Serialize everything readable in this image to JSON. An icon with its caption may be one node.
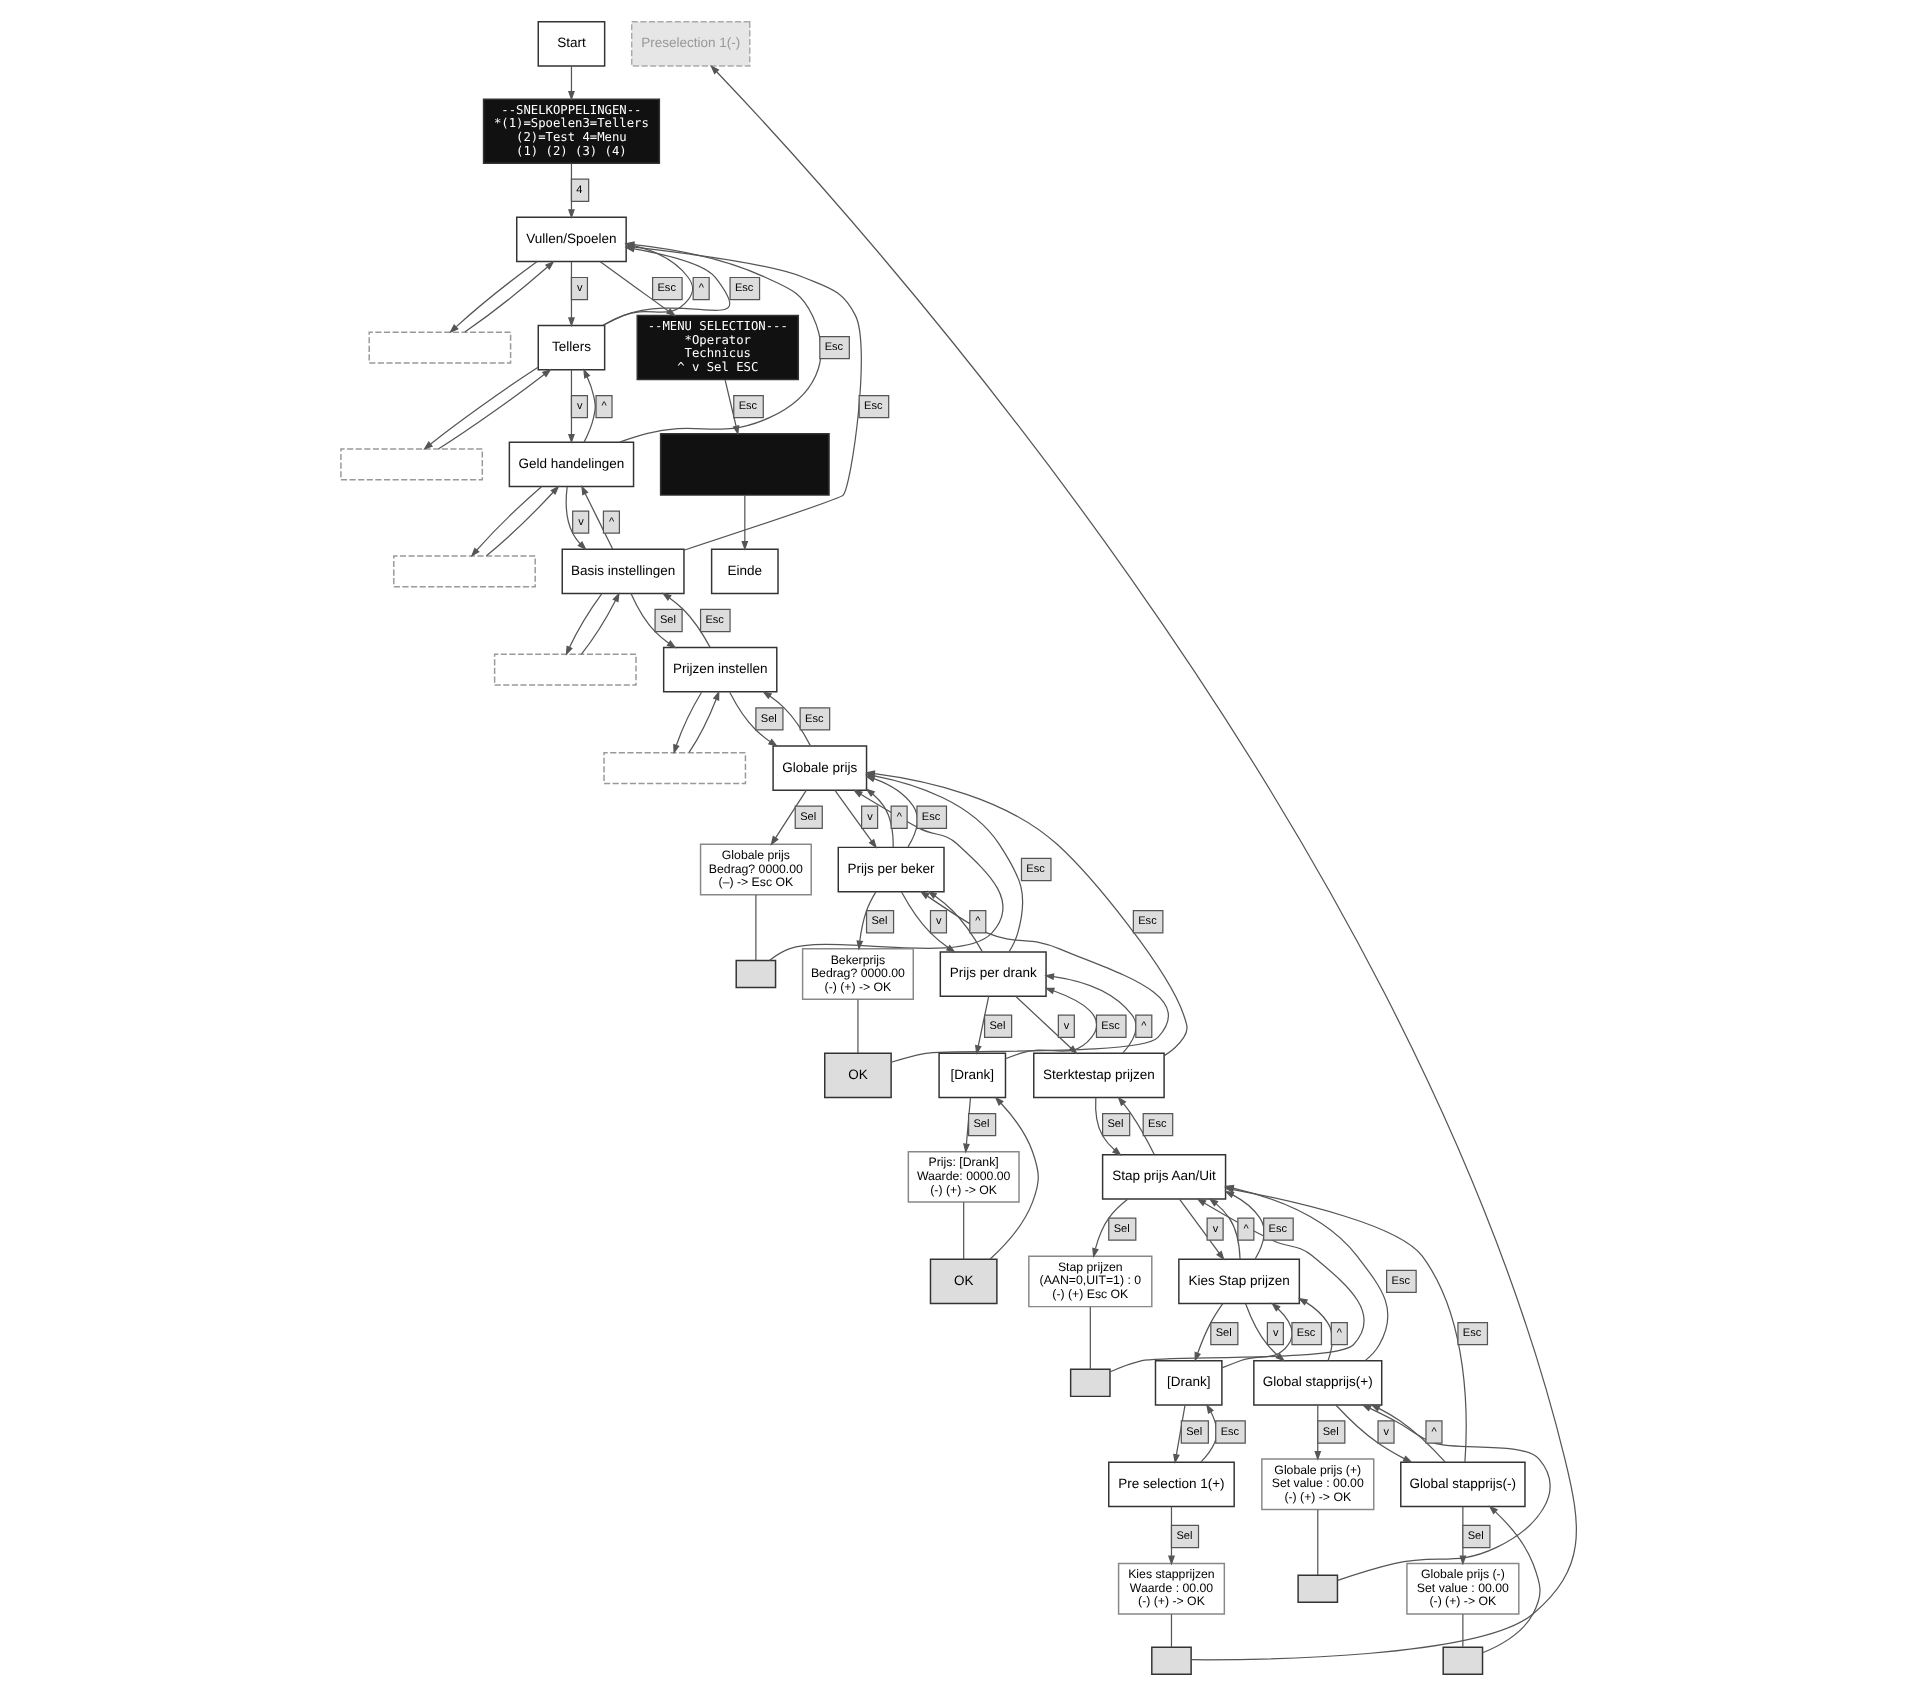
{
  "diagram": {
    "nodes": [
      {
        "text": [
          "Start"
        ]
      },
      {
        "text": [
          "--SNELKOPPELINGEN--",
          "*(1)=Spoelen3=Tellers",
          "(2)=Test 4=Menu",
          "(1) (2) (3) (4)"
        ]
      },
      {
        "text": [
          "Vullen/Spoelen"
        ]
      },
      {
        "text": [],
        "shape": "box"
      },
      {
        "text": [
          "Tellers"
        ]
      },
      {
        "text": [],
        "shape": "box"
      },
      {
        "text": [
          "Geld handelingen"
        ]
      },
      {
        "text": [],
        "shape": "box"
      },
      {
        "text": [
          "Basis instellingen"
        ]
      },
      {
        "text": [],
        "shape": "box"
      },
      {
        "text": [
          "Prijzen instellen"
        ]
      },
      {
        "text": [],
        "shape": "box"
      },
      {
        "text": [
          "Globale prijs"
        ]
      },
      {
        "text": [
          "Globale prijs",
          "Bedrag? 0000.00",
          "(–) -> Esc OK"
        ]
      },
      {
        "text": [],
        "shape": "box"
      },
      {
        "text": [
          "Prijs per beker"
        ]
      },
      {
        "text": [
          "Bekerprijs",
          "Bedrag? 0000.00",
          "(-) (+) -> OK"
        ]
      },
      {
        "text": [
          "OK"
        ]
      },
      {
        "text": [
          "Prijs per drank"
        ]
      },
      {
        "text": [
          "[Drank]"
        ]
      },
      {
        "text": [
          "Prijs: [Drank]",
          "Waarde: 0000.00",
          "(-) (+) -> OK"
        ]
      },
      {
        "text": [
          "OK"
        ]
      },
      {
        "text": [
          "Sterktestap prijzen"
        ]
      },
      {
        "text": [
          "Stap prijs Aan/Uit"
        ]
      },
      {
        "text": [
          "Stap prijzen",
          "(AAN=0,UIT=1) : 0",
          "(-) (+) Esc OK"
        ]
      },
      {
        "text": [],
        "shape": "box"
      },
      {
        "text": [
          "Kies Stap prijzen"
        ]
      },
      {
        "text": [
          "[Drank]"
        ]
      },
      {
        "text": [
          "Pre selection 1(+)"
        ]
      },
      {
        "text": [
          "Preselection 1(-)"
        ]
      },
      {
        "text": [
          "Kies stapprijzen",
          "Waarde : 00.00",
          "(-) (+) -> OK"
        ]
      },
      {
        "text": [],
        "shape": "box"
      },
      {
        "text": [
          "Global stapprijs(+)"
        ]
      },
      {
        "text": [
          "Globale prijs (+)",
          "Set value : 00.00",
          "(-) (+) -> OK"
        ]
      },
      {
        "text": [],
        "shape": "box"
      },
      {
        "text": [
          "Global stapprijs(-)"
        ]
      },
      {
        "text": [
          "Globale prijs (-)",
          "Set value : 00.00",
          "(-) (+) -> OK"
        ]
      },
      {
        "text": [],
        "shape": "box"
      },
      {
        "text": [
          "--MENU SELECTION---",
          "*Operator",
          "Technicus",
          "^ v Sel ESC"
        ]
      },
      {
        "text": [],
        "shape": "box"
      },
      {
        "text": [
          "Einde"
        ]
      }
    ],
    "edges": [
      {
        "from": 0,
        "to": 1,
        "arrow": "to"
      },
      {
        "from": 1,
        "to": 2,
        "arrow": "to",
        "label": "4"
      },
      {
        "from": 2,
        "to": 38,
        "arrow": "to",
        "label": "Esc"
      },
      {
        "from": 38,
        "to": 39,
        "arrow": "to",
        "label": "Esc"
      },
      {
        "from": 39,
        "to": 40,
        "arrow": "to"
      },
      {
        "from": 2,
        "to": 3,
        "arrow": "to"
      },
      {
        "from": 3,
        "to": 2,
        "arrow": "to"
      },
      {
        "from": 2,
        "to": 4,
        "arrow": "to",
        "label": "v"
      },
      {
        "from": 4,
        "to": 2,
        "arrow": "to",
        "label": "^"
      },
      {
        "from": 4,
        "to": 5,
        "arrow": "to"
      },
      {
        "from": 5,
        "to": 4,
        "arrow": "to"
      },
      {
        "from": 4,
        "to": 2,
        "arrow": "to",
        "label": "Esc"
      },
      {
        "from": 4,
        "to": 6,
        "arrow": "to",
        "label": "v"
      },
      {
        "from": 6,
        "to": 4,
        "arrow": "to",
        "label": "^"
      },
      {
        "from": 6,
        "to": 7,
        "arrow": "to"
      },
      {
        "from": 7,
        "to": 6,
        "arrow": "to"
      },
      {
        "from": 6,
        "to": 2,
        "arrow": "to",
        "label": "Esc"
      },
      {
        "from": 6,
        "to": 8,
        "arrow": "to",
        "label": "v"
      },
      {
        "from": 8,
        "to": 6,
        "arrow": "to",
        "label": "^"
      },
      {
        "from": 8,
        "to": 2,
        "arrow": "to",
        "label": "Esc"
      },
      {
        "from": 8,
        "to": 10,
        "arrow": "to",
        "label": "Sel"
      },
      {
        "from": 10,
        "to": 8,
        "arrow": "to",
        "label": "Esc"
      },
      {
        "from": 8,
        "to": 9,
        "arrow": "to"
      },
      {
        "from": 9,
        "to": 8,
        "arrow": "to"
      },
      {
        "from": 10,
        "to": 11,
        "arrow": "to"
      },
      {
        "from": 11,
        "to": 10,
        "arrow": "to"
      },
      {
        "from": 10,
        "to": 12,
        "arrow": "to",
        "label": "Sel"
      },
      {
        "from": 12,
        "to": 10,
        "arrow": "to",
        "label": "Esc"
      },
      {
        "from": 12,
        "to": 13,
        "arrow": "to",
        "label": "Sel"
      },
      {
        "from": 13,
        "to": 14,
        "arrow": "none"
      },
      {
        "from": 14,
        "to": 12,
        "arrow": "to"
      },
      {
        "from": 12,
        "to": 15,
        "arrow": "to",
        "label": "v"
      },
      {
        "from": 15,
        "to": 12,
        "arrow": "to",
        "label": "^"
      },
      {
        "from": 15,
        "to": 16,
        "arrow": "to",
        "label": "Sel"
      },
      {
        "from": 16,
        "to": 17,
        "arrow": "none"
      },
      {
        "from": 17,
        "to": 15,
        "arrow": "to"
      },
      {
        "from": 15,
        "to": 12,
        "arrow": "to",
        "label": "Esc"
      },
      {
        "from": 15,
        "to": 18,
        "arrow": "to",
        "label": "v"
      },
      {
        "from": 18,
        "to": 15,
        "arrow": "to",
        "label": "^"
      },
      {
        "from": 18,
        "to": 19,
        "arrow": "to",
        "label": "Sel"
      },
      {
        "from": 19,
        "to": 18,
        "arrow": "to",
        "label": "Esc"
      },
      {
        "from": 19,
        "to": 20,
        "arrow": "to",
        "label": "Sel"
      },
      {
        "from": 20,
        "to": 21,
        "arrow": "none"
      },
      {
        "from": 21,
        "to": 19,
        "arrow": "to"
      },
      {
        "from": 18,
        "to": 12,
        "arrow": "to",
        "label": "Esc"
      },
      {
        "from": 18,
        "to": 22,
        "arrow": "to",
        "label": "v"
      },
      {
        "from": 22,
        "to": 18,
        "arrow": "to",
        "label": "^"
      },
      {
        "from": 22,
        "to": 12,
        "arrow": "to",
        "label": "Esc"
      },
      {
        "from": 22,
        "to": 23,
        "arrow": "to",
        "label": "Sel"
      },
      {
        "from": 23,
        "to": 22,
        "arrow": "to",
        "label": "Esc"
      },
      {
        "from": 23,
        "to": 24,
        "arrow": "to",
        "label": "Sel"
      },
      {
        "from": 24,
        "to": 25,
        "arrow": "none"
      },
      {
        "from": 25,
        "to": 23,
        "arrow": "to"
      },
      {
        "from": 23,
        "to": 26,
        "arrow": "to",
        "label": "v"
      },
      {
        "from": 26,
        "to": 23,
        "arrow": "to",
        "label": "^"
      },
      {
        "from": 26,
        "to": 27,
        "arrow": "to",
        "label": "Sel"
      },
      {
        "from": 27,
        "to": 26,
        "arrow": "to",
        "label": "Esc"
      },
      {
        "from": 27,
        "to": 28,
        "arrow": "to",
        "label": "Sel"
      },
      {
        "from": 28,
        "to": 27,
        "arrow": "to",
        "label": "Esc"
      },
      {
        "from": 28,
        "to": 30,
        "arrow": "to",
        "label": "Sel"
      },
      {
        "from": 30,
        "to": 31,
        "arrow": "none"
      },
      {
        "from": 31,
        "to": 29,
        "arrow": "to"
      },
      {
        "from": 26,
        "to": 23,
        "arrow": "to",
        "label": "Esc"
      },
      {
        "from": 26,
        "to": 32,
        "arrow": "to",
        "label": "v"
      },
      {
        "from": 32,
        "to": 26,
        "arrow": "to",
        "label": "^"
      },
      {
        "from": 32,
        "to": 33,
        "arrow": "to",
        "label": "Sel"
      },
      {
        "from": 33,
        "to": 34,
        "arrow": "none"
      },
      {
        "from": 34,
        "to": 32,
        "arrow": "to"
      },
      {
        "from": 32,
        "to": 23,
        "arrow": "to",
        "label": "Esc"
      },
      {
        "from": 32,
        "to": 35,
        "arrow": "to",
        "label": "v"
      },
      {
        "from": 35,
        "to": 32,
        "arrow": "to",
        "label": "^"
      },
      {
        "from": 35,
        "to": 36,
        "arrow": "to",
        "label": "Sel"
      },
      {
        "from": 36,
        "to": 37,
        "arrow": "none"
      },
      {
        "from": 37,
        "to": 35,
        "arrow": "to"
      },
      {
        "from": 35,
        "to": 23,
        "arrow": "to",
        "label": "Esc"
      }
    ]
  }
}
